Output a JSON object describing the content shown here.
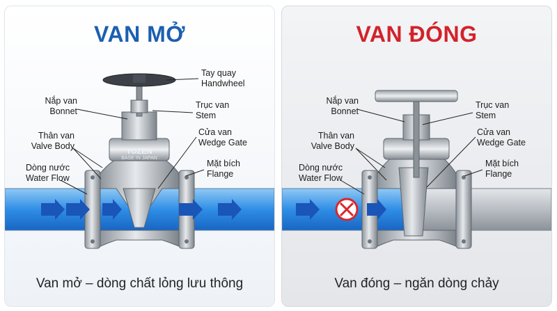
{
  "colors": {
    "open_title": "#1b5fb0",
    "closed_title": "#d2232a",
    "water": "#2f8ee6",
    "arrow": "#1a55b8",
    "stop": "#d9262b"
  },
  "open": {
    "title": "VAN MỞ",
    "caption": "Van mở – dòng chất lỏng lưu thông",
    "brand": "TOZEN",
    "brand_sub": "BASE IN JAPAN",
    "labels": {
      "handwheel_vi": "Tay quay",
      "handwheel_en": "Handwheel",
      "bonnet_vi": "Nắp van",
      "bonnet_en": "Bonnet",
      "stem_vi": "Trục van",
      "stem_en": "Stem",
      "body_vi": "Thân van",
      "body_en": "Valve Body",
      "gate_vi": "Cửa van",
      "gate_en": "Wedge Gate",
      "flow_vi": "Dòng nước",
      "flow_en": "Water Flow",
      "flange_vi": "Mặt bích",
      "flange_en": "Flange"
    }
  },
  "closed": {
    "title": "VAN ĐÓNG",
    "caption": "Van đóng – ngăn dòng chảy",
    "stop_icon": "stop-x-icon",
    "labels": {
      "bonnet_vi": "Nắp van",
      "bonnet_en": "Bonnet",
      "stem_vi": "Trục van",
      "stem_en": "Stem",
      "body_vi": "Thân van",
      "body_en": "Valve Body",
      "gate_vi": "Cửa van",
      "gate_en": "Wedge Gate",
      "flow_vi": "Dòng nước",
      "flow_en": "Water Flow",
      "flange_vi": "Mặt bích",
      "flange_en": "Flange"
    }
  }
}
